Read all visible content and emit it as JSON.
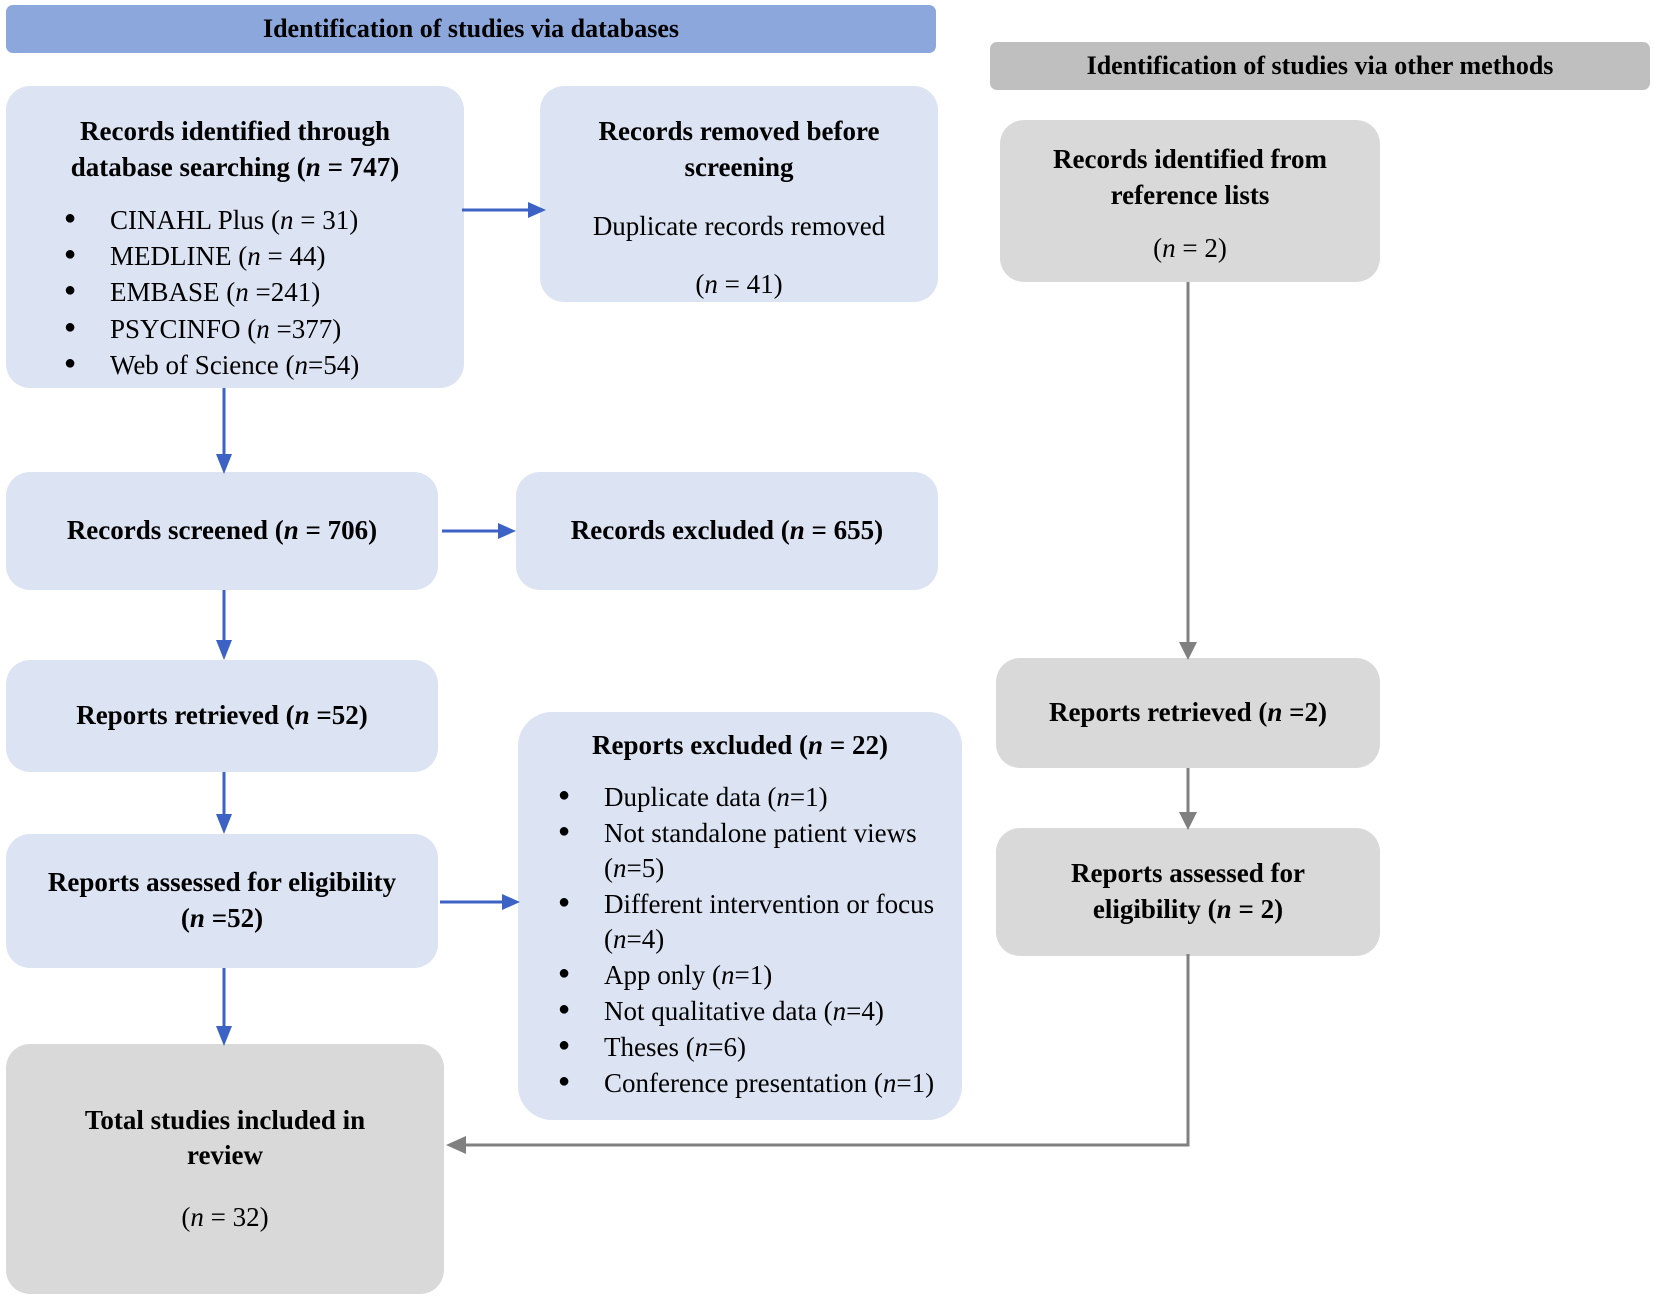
{
  "headers": {
    "databases": "Identification of studies via databases",
    "other_methods": "Identification of studies via other methods"
  },
  "colors": {
    "header_blue": "#8BA7DC",
    "header_gray": "#BFBFBF",
    "box_blue": "#DCE3F2",
    "box_gray": "#D9D9D9",
    "arrow_blue": "#3B62C4",
    "arrow_gray": "#808080"
  },
  "boxes": {
    "identified_db": {
      "title_line1": "Records identified through",
      "title_line2": "database searching (n = 747)",
      "sources": [
        "CINAHL Plus (n = 31)",
        "MEDLINE (n = 44)",
        "EMBASE (n =241)",
        "PSYCINFO (n =377)",
        "Web of Science (n=54)"
      ]
    },
    "removed_before_screening": {
      "title_line1": "Records removed before",
      "title_line2": "screening",
      "detail": "Duplicate records removed",
      "count": "(n = 41)"
    },
    "records_screened": {
      "title": "Records screened (n = 706)"
    },
    "records_excluded": {
      "title": "Records excluded (n = 655)"
    },
    "reports_retrieved": {
      "title": "Reports retrieved (n =52)"
    },
    "reports_assessed": {
      "title_line1": "Reports assessed for eligibility",
      "title_line2": "(n =52)"
    },
    "reports_excluded": {
      "title": "Reports excluded (n = 22)",
      "reasons": [
        "Duplicate data (n=1)",
        "Not standalone patient views (n=5)",
        "Different intervention or focus (n=4)",
        "App only (n=1)",
        "Not qualitative data (n=4)",
        "Theses (n=6)",
        "Conference presentation (n=1)"
      ]
    },
    "total_included": {
      "title_line1": "Total studies included in",
      "title_line2": "review",
      "count": "(n = 32)"
    },
    "identified_reference_lists": {
      "title_line1": "Records identified from",
      "title_line2": "reference lists",
      "count": "(n = 2)"
    },
    "other_reports_retrieved": {
      "title": "Reports retrieved (n =2)"
    },
    "other_reports_assessed": {
      "title_line1": "Reports assessed for",
      "title_line2": "eligibility (n = 2)"
    }
  },
  "arrows": {
    "db_to_removed": "arrow-right",
    "db_to_screened": "arrow-down",
    "screened_to_excluded": "arrow-right",
    "screened_to_retrieved": "arrow-down",
    "retrieved_to_assessed": "arrow-down",
    "assessed_to_excluded": "arrow-right",
    "assessed_to_total": "arrow-down",
    "ref_to_retrieved": "arrow-down",
    "other_retrieved_to_assessed": "arrow-down",
    "other_assessed_to_total": "elbow-arrow-left"
  }
}
